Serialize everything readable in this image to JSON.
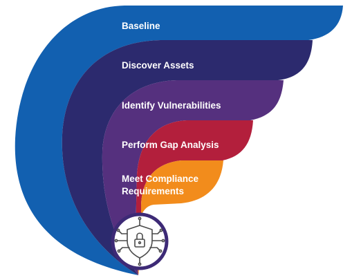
{
  "diagram": {
    "title": "",
    "steps": [
      {
        "label": "Baseline",
        "color": "#1260b0"
      },
      {
        "label": "Discover Assets",
        "color": "#2c2a6e"
      },
      {
        "label": "Identify Vulnerabilities",
        "color": "#55307e"
      },
      {
        "label": "Perform Gap Analysis",
        "color": "#b31f3c"
      },
      {
        "label": "Meet Compliance",
        "label_line2": "Requirements",
        "color": "#f28c1c"
      }
    ],
    "center_icon": {
      "name": "shield-lock-circuit-icon",
      "ring_color": "#3d2a76",
      "stroke_color": "#4a4a4a"
    }
  }
}
